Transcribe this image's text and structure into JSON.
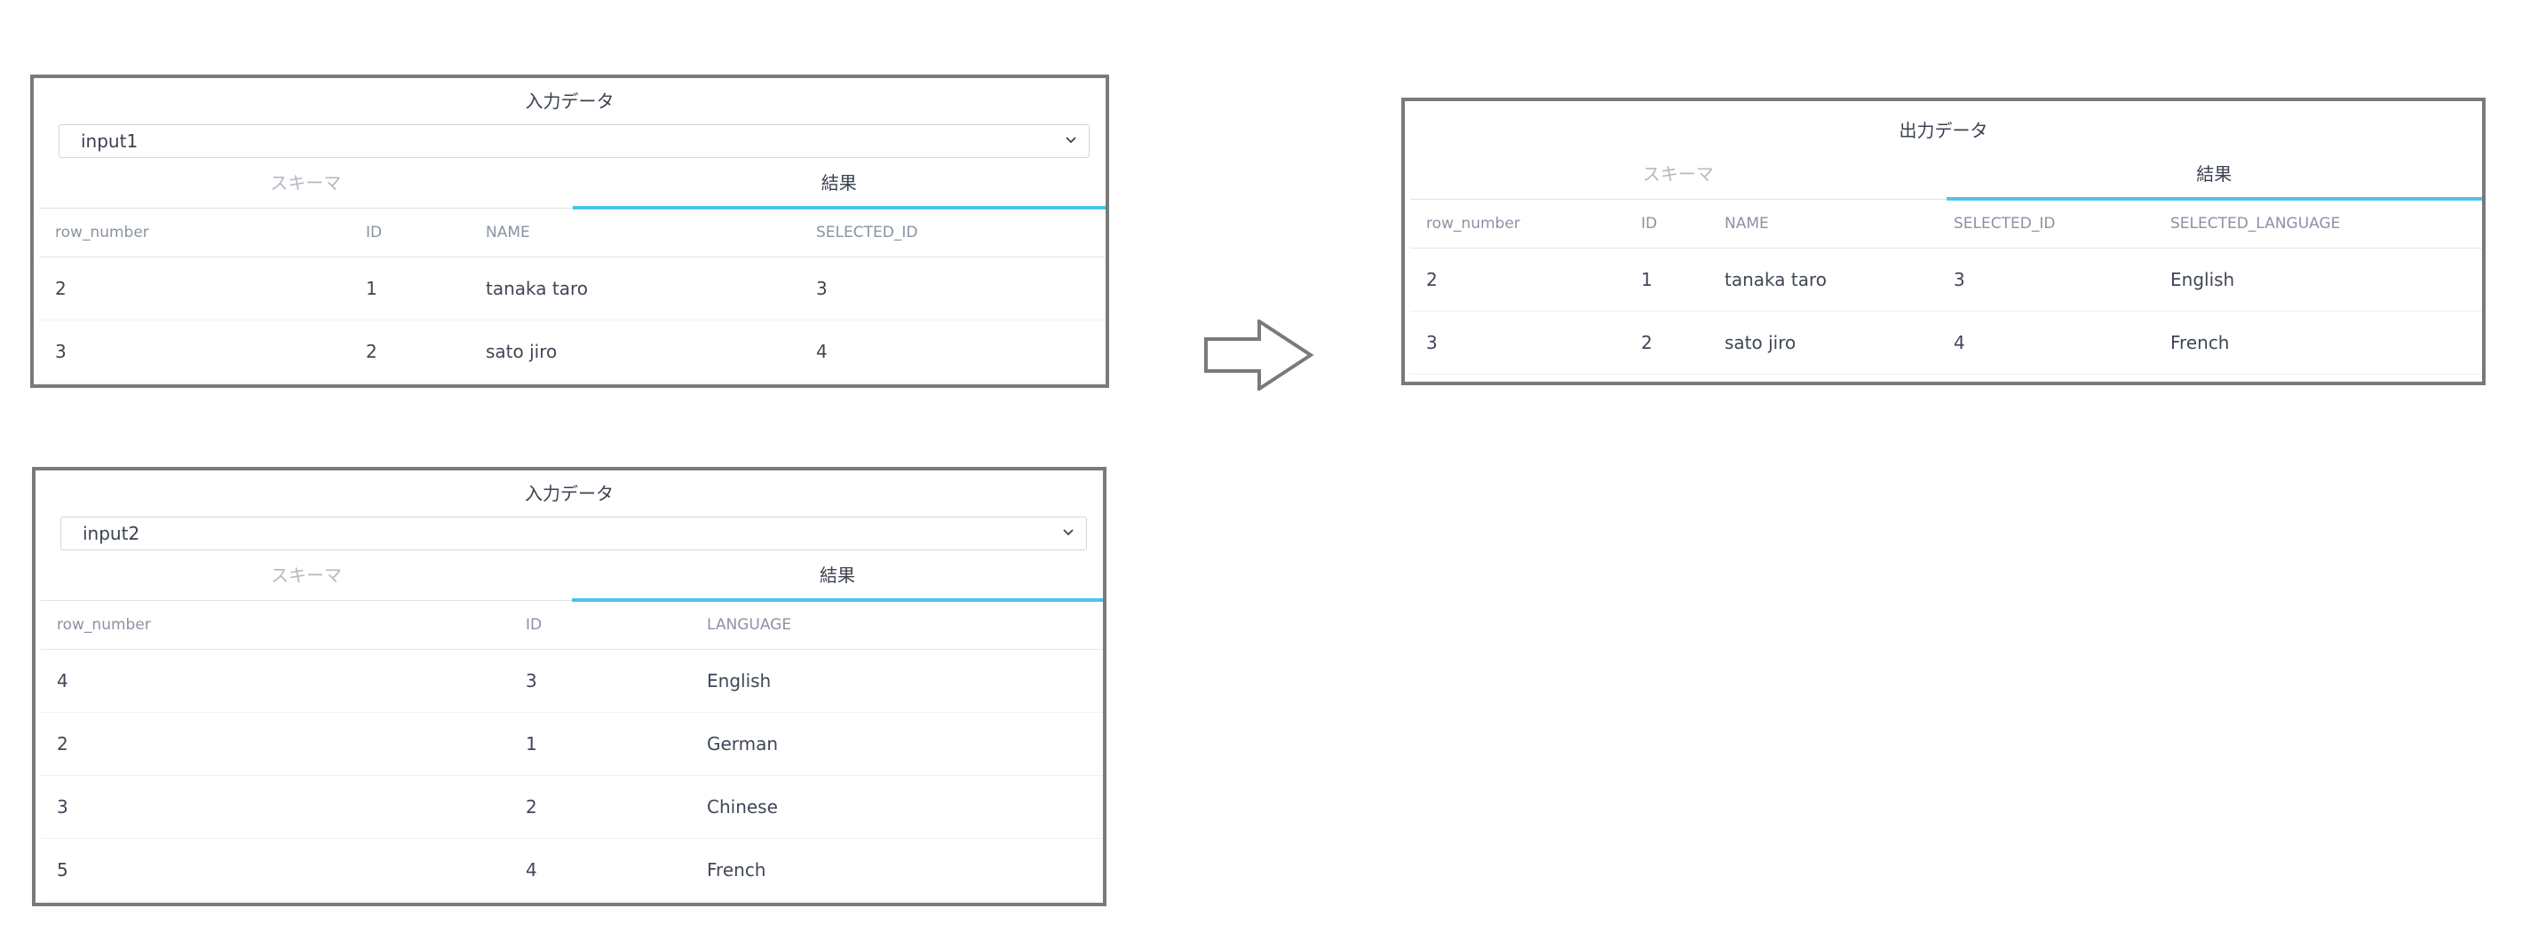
{
  "input1": {
    "title": "入力データ",
    "select_value": "input1",
    "tabs": [
      "スキーマ",
      "結果"
    ],
    "columns": [
      "row_number",
      "ID",
      "NAME",
      "SELECTED_ID"
    ],
    "rows": [
      [
        "2",
        "1",
        "tanaka taro",
        "3"
      ],
      [
        "3",
        "2",
        "sato jiro",
        "4"
      ]
    ]
  },
  "input2": {
    "title": "入力データ",
    "select_value": "input2",
    "tabs": [
      "スキーマ",
      "結果"
    ],
    "columns": [
      "row_number",
      "ID",
      "LANGUAGE"
    ],
    "rows": [
      [
        "4",
        "3",
        "English"
      ],
      [
        "2",
        "1",
        "German"
      ],
      [
        "3",
        "2",
        "Chinese"
      ],
      [
        "5",
        "4",
        "French"
      ]
    ]
  },
  "output": {
    "title": "出力データ",
    "tabs": [
      "スキーマ",
      "結果"
    ],
    "columns": [
      "row_number",
      "ID",
      "NAME",
      "SELECTED_ID",
      "SELECTED_LANGUAGE"
    ],
    "rows": [
      [
        "2",
        "1",
        "tanaka taro",
        "3",
        "English"
      ],
      [
        "3",
        "2",
        "sato jiro",
        "4",
        "French"
      ]
    ]
  },
  "icons": {
    "select_chevron": "chevron-down-icon",
    "flow_arrow": "arrow-right-icon"
  },
  "colors": {
    "active_tab_underline": "#4cc3ee",
    "panel_border": "#7a7a7a"
  }
}
